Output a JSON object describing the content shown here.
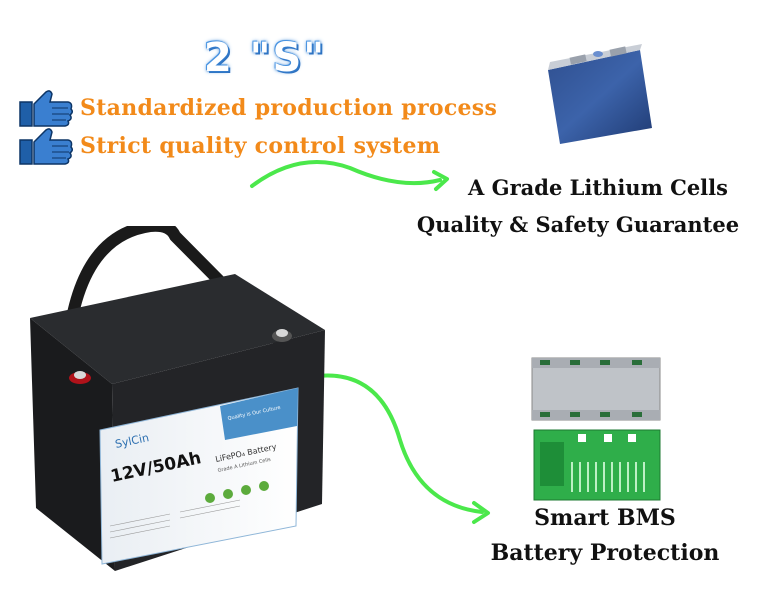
{
  "header": {
    "title": "2 \"S\""
  },
  "features": [
    {
      "label": "Standardized production process",
      "icon": "thumbs-up-icon"
    },
    {
      "label": "Strict quality control system",
      "icon": "thumbs-up-icon"
    }
  ],
  "cells": {
    "line1": "A Grade Lithium Cells",
    "line2": "Quality & Safety Guarantee"
  },
  "bms": {
    "line1": "Smart BMS",
    "line2": "Battery Protection"
  },
  "battery_label": {
    "brand": "SylCin",
    "tagline": "Quality is Our Culture",
    "model": "12V/50Ah",
    "chemistry": "LiFePO₄ Battery",
    "grade": "Grade A Lithium Cells"
  },
  "colors": {
    "feature_text": "#f28a1a",
    "title_glow": "#3b86d6",
    "arrow": "#4be84b",
    "caption_text": "#111111"
  }
}
